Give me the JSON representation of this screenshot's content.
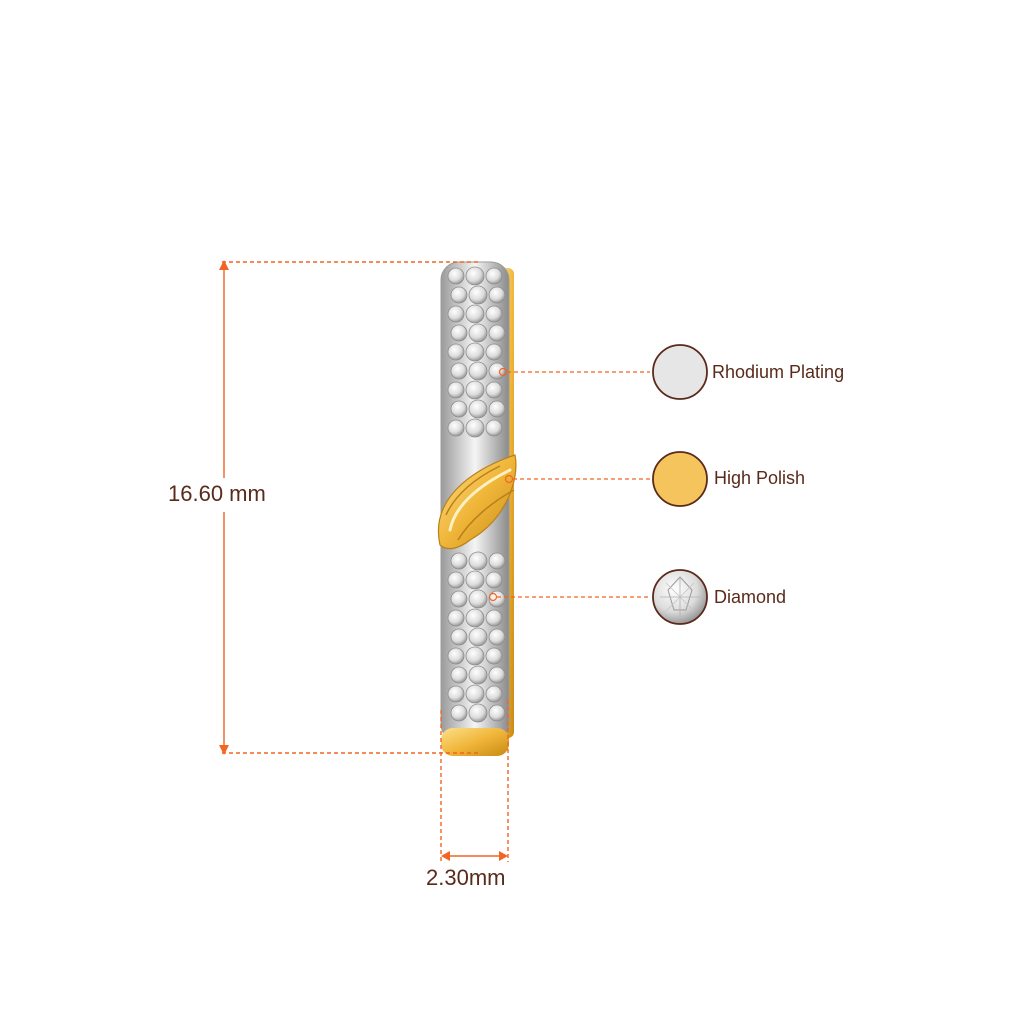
{
  "dimensions": {
    "height_label": "16.60 mm",
    "width_label": "2.30mm"
  },
  "legend": [
    {
      "label": "Rhodium Plating",
      "swatch_color": "#e6e6e6",
      "icon": "rhodium-swatch-icon"
    },
    {
      "label": "High Polish",
      "swatch_color": "#f5c45c",
      "icon": "gold-swatch-icon"
    },
    {
      "label": "Diamond",
      "swatch_color": "#f2f2f2",
      "icon": "diamond-swatch-icon"
    }
  ],
  "colors": {
    "dimension_line": "#f26522",
    "label_text": "#5a2a1a",
    "swatch_border": "#5a2a1a",
    "gold": "#f0b63a",
    "metal": "#d9d9d9"
  }
}
